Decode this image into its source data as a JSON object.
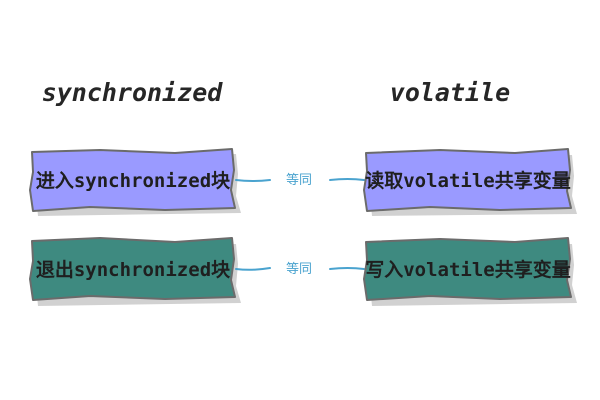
{
  "columns": {
    "left_title": "synchronized",
    "right_title": "volatile"
  },
  "rows": [
    {
      "left_label": "进入synchronized块",
      "relation": "等同",
      "right_label": "读取volatile共享变量"
    },
    {
      "left_label": "退出synchronized块",
      "relation": "等同",
      "right_label": "写入volatile共享变量"
    }
  ],
  "colors": {
    "row1_fill": "#9a9aff",
    "row2_fill": "#3e8a80",
    "border": "#6b6b6b",
    "connector": "#4aa3cf",
    "shadow": "#bdbdbd"
  }
}
